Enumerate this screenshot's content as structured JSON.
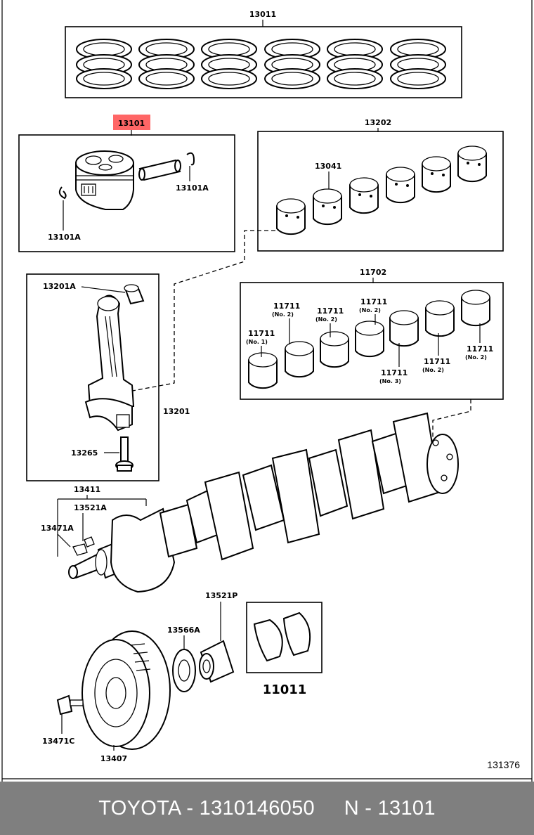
{
  "diagram": {
    "labels": {
      "ring_set": "13011",
      "piston_highlighted": "13101",
      "piston_pin_clip_right": "13101A",
      "piston_pin_clip_left": "13101A",
      "rod_bearing_set": "13202",
      "rod_bearing": "13041",
      "rod_bushing": "13201A",
      "connecting_rod": "13201",
      "rod_bolt": "13265",
      "main_bearing_set": "11702",
      "main_bearing_no1": "11711",
      "main_bearing_no1_note": "(No. 1)",
      "main_bearing_no2a": "11711",
      "main_bearing_no2a_note": "(No. 2)",
      "main_bearing_no2b": "11711",
      "main_bearing_no2b_note": "(No. 2)",
      "main_bearing_no2c": "11711",
      "main_bearing_no2c_note": "(No. 2)",
      "main_bearing_no3": "11711",
      "main_bearing_no3_note": "(No. 3)",
      "main_bearing_no2d": "11711",
      "main_bearing_no2d_note": "(No. 2)",
      "main_bearing_no2e": "11711",
      "main_bearing_no2e_note": "(No. 2)",
      "crankshaft": "13411",
      "crank_key": "13521A",
      "crank_bolt_a": "13471A",
      "crank_key_p": "13521P",
      "crank_gear": "13566A",
      "thrust_washer_set": "11011",
      "pulley_bolt": "13471C",
      "crank_pulley": "13407",
      "illustration_no": "131376"
    },
    "highlight_color": "#ff6666"
  },
  "footer": {
    "text": "TOYOTA - 1310146050     N - 13101",
    "background": "#7f7f7f"
  }
}
